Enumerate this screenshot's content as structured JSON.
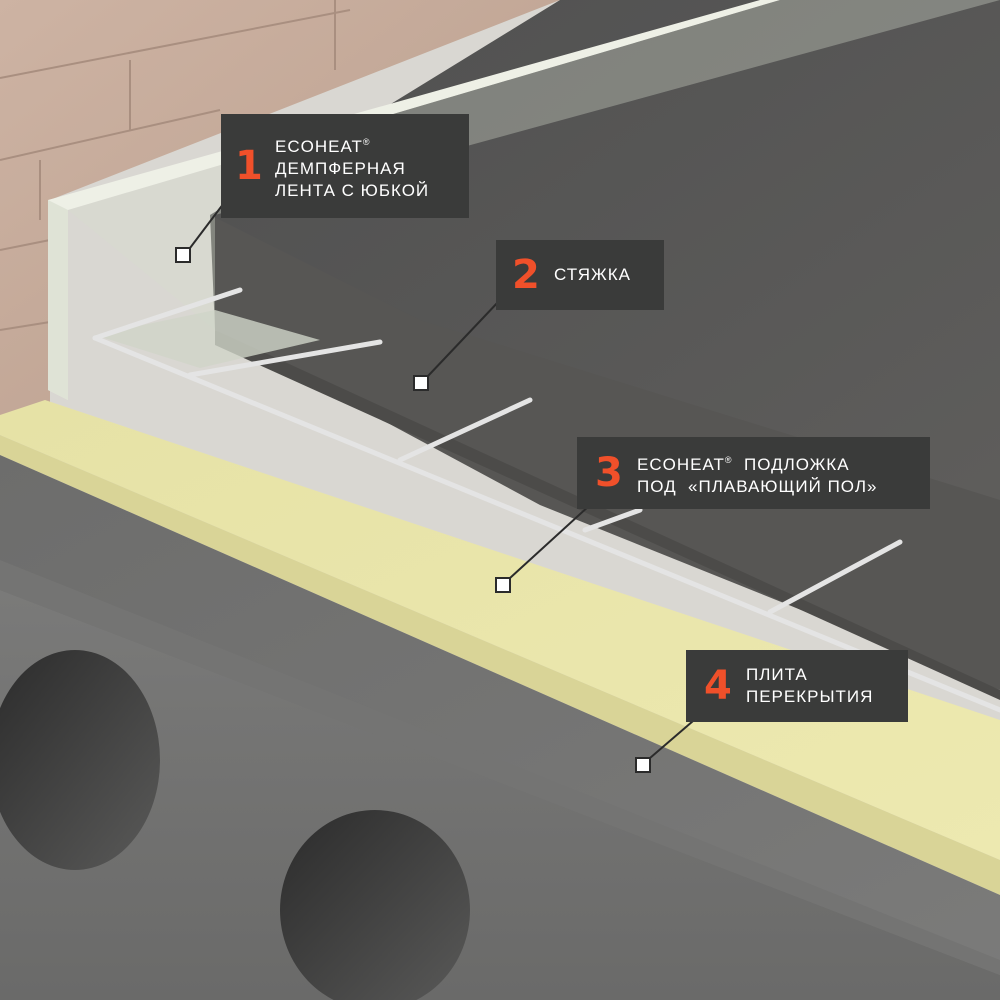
{
  "colors": {
    "accent": "#f0502a",
    "label_bg": "#3a3b3a",
    "label_text": "#ffffff",
    "underlay": "#e9e5a4",
    "screed": "#5b5a58",
    "slab": "#6f6f6e"
  },
  "callouts": [
    {
      "number": "1",
      "lines": [
        "ECOHEAT",
        "ДЕМПФЕРНАЯ",
        "ЛЕНТА С ЮБКОЙ"
      ],
      "reg": "®"
    },
    {
      "number": "2",
      "lines": [
        "СТЯЖКА"
      ]
    },
    {
      "number": "3",
      "lines": [
        "ECOHEAT",
        "ПОД  «ПЛАВАЮЩИЙ ПОЛ»"
      ],
      "reg": "®",
      "line1_suffix": "  ПОДЛОЖКА"
    },
    {
      "number": "4",
      "lines": [
        "ПЛИТА",
        "ПЕРЕКРЫТИЯ"
      ]
    }
  ]
}
